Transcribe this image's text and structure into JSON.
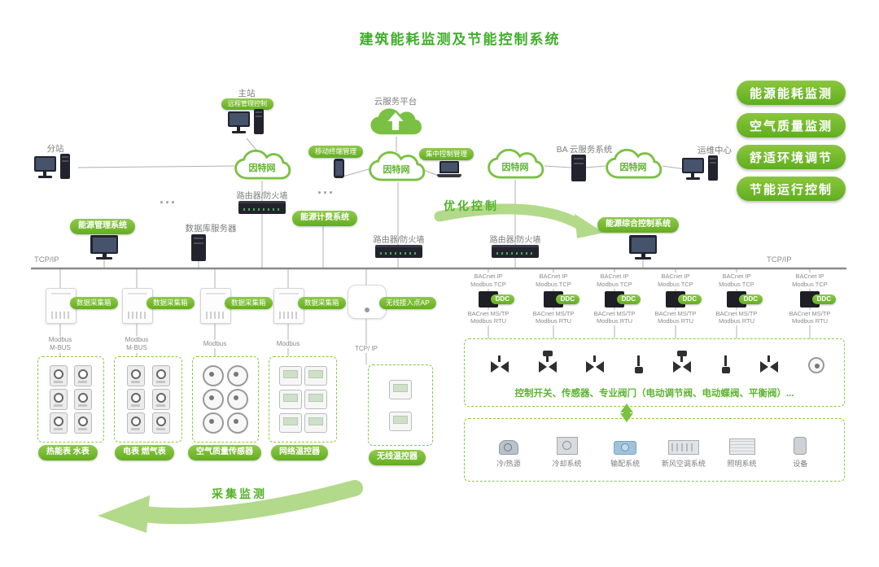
{
  "title": "建筑能耗监测及节能控制系统",
  "colors": {
    "primary_green": "#6fb52a",
    "arrow_green": "#b3d98a",
    "dashed_green": "#8dc63f",
    "gray_text": "#7f7f7f",
    "device_dark": "#23232e",
    "line_gray": "#b0b0b0"
  },
  "feature_badges": [
    {
      "label": "能源能耗监测"
    },
    {
      "label": "空气质量监测"
    },
    {
      "label": "舒适环境调节"
    },
    {
      "label": "节能运行控制"
    }
  ],
  "top": {
    "main_station": "主站",
    "remote_mgmt": "远程管理控制",
    "cloud_platform": "云服务平台",
    "substation": "分站",
    "internet": "因特网",
    "mobile_terminal": "移动终端管理",
    "central_control": "集中控制管理",
    "ba_cloud": "BA 云服务系统",
    "ops_center": "运维中心",
    "router_firewall": "路由器/防火墙",
    "ellipsis": "...",
    "ems": "能源管理系统",
    "db_server": "数据库服务器",
    "billing": "能源计费系统",
    "optimize": "优化控制",
    "integrated": "能源综合控制系统"
  },
  "bus": {
    "tcpip": "TCP/IP"
  },
  "collectors": {
    "badge": "数据采集箱",
    "ap_badge": "无线接入点AP",
    "protocols": [
      {
        "line1": "Modbus",
        "line2": "M-BUS"
      },
      {
        "line1": "Modbus",
        "line2": "M-BUS"
      },
      {
        "line1": "Modbus",
        "line2": ""
      },
      {
        "line1": "Modbus",
        "line2": ""
      },
      {
        "line1": "TCP/ IP",
        "line2": ""
      }
    ]
  },
  "ddc": {
    "top_line1": "BACnet IP",
    "top_line2": "Modbus TCP",
    "label": "DDC",
    "bottom_line1": "BACnet MS/TP",
    "bottom_line2": "Modbus RTU"
  },
  "device_groups": [
    {
      "label": "热能表 水表"
    },
    {
      "label": "电表 燃气表"
    },
    {
      "label": "空气质量传感器"
    },
    {
      "label": "网络温控器"
    },
    {
      "label": "无线温控器"
    }
  ],
  "control_box": {
    "label": "控制开关、传感器、专业阀门（电动调节阀、电动蝶阀、平衡阀）..."
  },
  "equipment": [
    {
      "label": "冷/热源"
    },
    {
      "label": "冷却系统"
    },
    {
      "label": "输配系统"
    },
    {
      "label": "新风空调系统"
    },
    {
      "label": "照明系统"
    },
    {
      "label": "设备"
    }
  ],
  "flows": {
    "collect": "采集监测"
  }
}
